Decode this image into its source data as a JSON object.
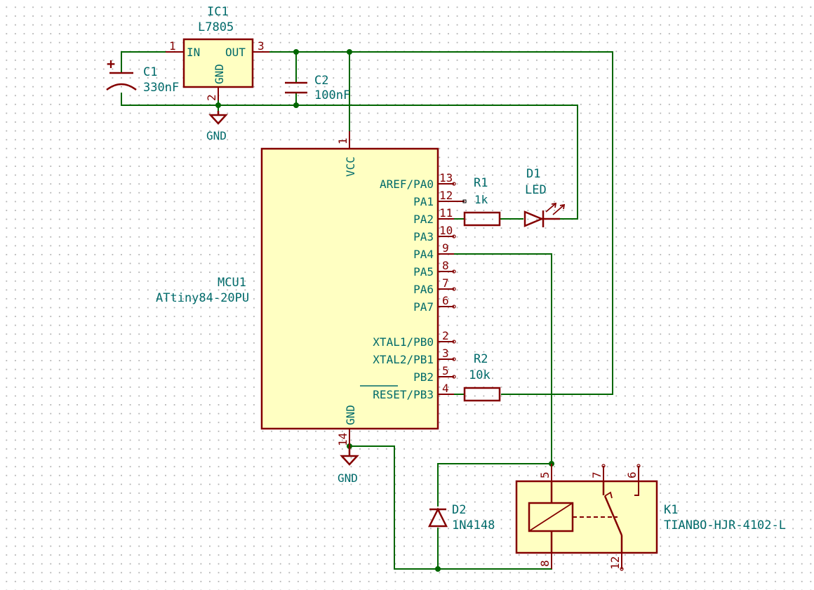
{
  "components": {
    "ic1": {
      "ref": "IC1",
      "value": "L7805",
      "pins": {
        "in": "IN",
        "out": "OUT",
        "gnd": "GND",
        "in_num": "1",
        "gnd_num": "2",
        "out_num": "3"
      }
    },
    "c1": {
      "ref": "C1",
      "value": "330nF"
    },
    "c2": {
      "ref": "C2",
      "value": "100nF"
    },
    "r1": {
      "ref": "R1",
      "value": "1k"
    },
    "r2": {
      "ref": "R2",
      "value": "10k"
    },
    "d1": {
      "ref": "D1",
      "value": "LED"
    },
    "d2": {
      "ref": "D2",
      "value": "1N4148"
    },
    "k1": {
      "ref": "K1",
      "value": "TIANBO-HJR-4102-L",
      "pins": [
        "5",
        "7",
        "6",
        "8",
        "12"
      ]
    },
    "mcu1": {
      "ref": "MCU1",
      "value": "ATtiny84-20PU",
      "vcc": "VCC",
      "vcc_num": "1",
      "gnd": "GND",
      "gnd_num": "14",
      "pins": [
        {
          "name": "AREF/PA0",
          "num": "13"
        },
        {
          "name": "PA1",
          "num": "12"
        },
        {
          "name": "PA2",
          "num": "11"
        },
        {
          "name": "PA3",
          "num": "10"
        },
        {
          "name": "PA4",
          "num": "9"
        },
        {
          "name": "PA5",
          "num": "8"
        },
        {
          "name": "PA6",
          "num": "7"
        },
        {
          "name": "PA7",
          "num": "6"
        },
        {
          "name": "XTAL1/PB0",
          "num": "2"
        },
        {
          "name": "XTAL2/PB1",
          "num": "3"
        },
        {
          "name": "PB2",
          "num": "5"
        },
        {
          "name": "RESET/PB3",
          "num": "4"
        }
      ]
    }
  },
  "power": {
    "gnd_top": "GND",
    "gnd_bottom": "GND",
    "plus": "+"
  },
  "colors": {
    "wire": "#006600",
    "symbol": "#840000",
    "fill": "#ffffc2",
    "text": "#006a6a"
  }
}
